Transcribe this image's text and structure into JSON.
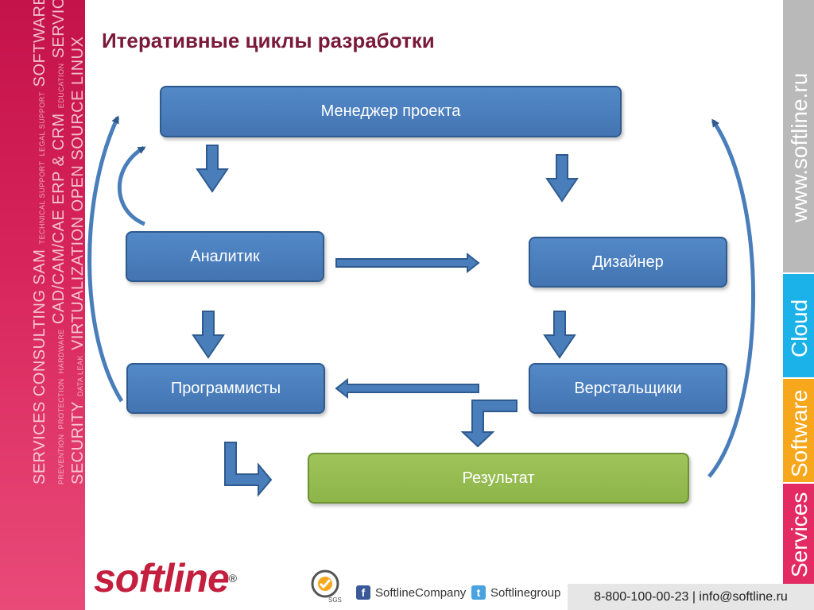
{
  "slide": {
    "title": "Итеративные циклы разработки"
  },
  "nodes": {
    "manager": "Менеджер проекта",
    "analyst": "Аналитик",
    "designer": "Дизайнер",
    "programmers": "Программисты",
    "layout_designers": "Верстальщики",
    "result": "Результат"
  },
  "left_band": {
    "row1": [
      "SERVICES",
      "CONSULTING",
      "SAM",
      "TECHNICAL SUPPORT",
      "LEGAL SUPPORT",
      "SOFTWARE"
    ],
    "row2": [
      "PREVENTION",
      "PROTECTION",
      "HARDWARE",
      "CAD/CAM/CAE",
      "ERP & CRM",
      "EDUCATION",
      "SERVICES"
    ],
    "row3": [
      "SECURITY",
      "DATA LEAK",
      "VIRTUALIZATION",
      "OPEN SOURCE",
      "LINUX"
    ]
  },
  "right_strip": {
    "site": "www.softline.ru",
    "cloud": "Cloud",
    "software": "Software",
    "services": "Services"
  },
  "footer": {
    "logo": "softline",
    "registered": "®",
    "certification": "SGS",
    "facebook": "SoftlineCompany",
    "twitter": "Softlinegroup",
    "contacts": "8-800-100-00-23 | info@softline.ru"
  },
  "colors": {
    "title": "#7a1a3a",
    "box_blue": "#4a7ebb",
    "box_green": "#9bbb59",
    "arrow": "#4a7ebb",
    "brand": "#c41f3e",
    "cloud": "#1ab2e8",
    "software": "#f7a71b",
    "services": "#e42a63"
  },
  "icons": [
    "facebook-icon",
    "twitter-icon",
    "sgs-badge-icon"
  ]
}
